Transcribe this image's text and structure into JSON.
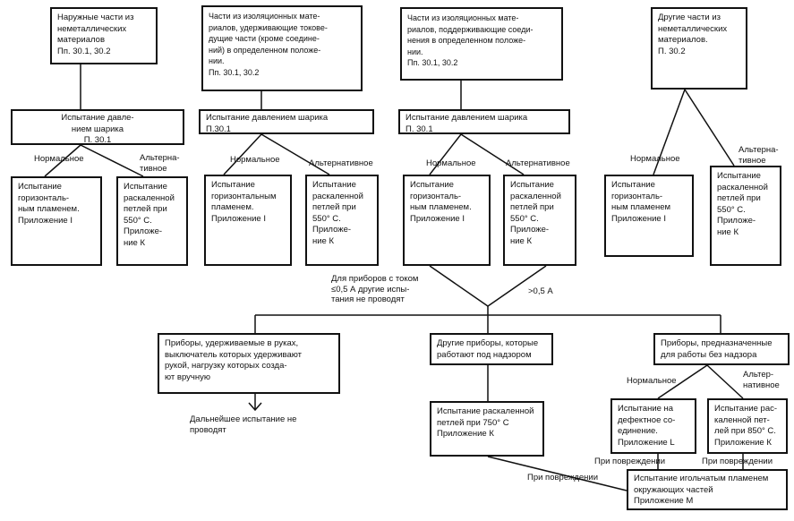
{
  "top_boxes": [
    "Наружные части из\nнеметаллических\nматериалов\nПп. 30.1, 30.2",
    "Части из изоляционных мате-\nриалов, удерживающие токове-\nдущие части  (кроме соедине-\nний)  в определенном положе-\nнии.\nПп. 30.1, 30.2",
    "Части из изоляционных мате-\nриалов, поддерживающие соеди-\nнения в определенном положе-\nнии.\nПп. 30.1, 30.2",
    "Другие части из\nнеметаллических\nматериалов.\nП. 30.2"
  ],
  "ball_tests": [
    "Испытание давле-\nнием шарика\nП. 30.1",
    "Испытание давлением шарика\nП.30.1",
    "Испытание давлением шарика\nП. 30.1"
  ],
  "branch_labels": {
    "normal": "Нормальное",
    "alternative": "Альтернативное",
    "alternative_split": "Альтерна-\nтивное",
    "alternative_split2": "Альтер-\nнативное",
    "alternative_split3": "Альтерна-\nтивное"
  },
  "flame_tests": [
    "Испытание\nгоризонталь-\nным пламенем.\nПриложение I",
    "Испытание\nгоризонтальным\nпламенем.\nПриложение I",
    "Испытание\nгоризонталь-\nным пламенем.\nПриложение I",
    "Испытание\nгоризонталь-\nным пламенем\nПриложение I"
  ],
  "glow_tests": [
    "Испытание\nраскаленной\nпетлей при\n550° С.\nПриложе-\nние К",
    "Испытание\nраскаленной\nпетлей при\n550° С.\nПриложе-\nние К",
    "Испытание\nраскаленной\nпетлей при\n550° С.\nПриложе-\nние К",
    "Испытание\nраскаленной\nпетлей при\n550° С.\nПриложе-\nние К"
  ],
  "current_note_left": "Для приборов с током\n≤0,5 А другие испы-\nтания не проводят",
  "current_note_right": ">0,5 А",
  "bottom_categories": [
    "Приборы, удерживаемые в руках,\nвыключатель которых удерживают\nрукой, нагрузку которых созда-\nют вручную",
    "Другие приборы, которые\nработают под надзором",
    "Приборы, предназначенные\nдля работы без надзора"
  ],
  "no_further_test": "Дальнейшее испытание не\nпроводят",
  "glow_750": "Испытание раскаленной\nпетлей при 750° С\nПриложение К",
  "defect_test": "Испытание на\nдефектное со-\nединение.\nПриложение L",
  "glow_850": "Испытание рас-\nкаленной пет-\nлей при 850° С.\nПриложение К",
  "on_damage": "При повреждении",
  "needle_flame": "Испытание игольчатым пламенем\nокружающих частей\nПриложение М"
}
